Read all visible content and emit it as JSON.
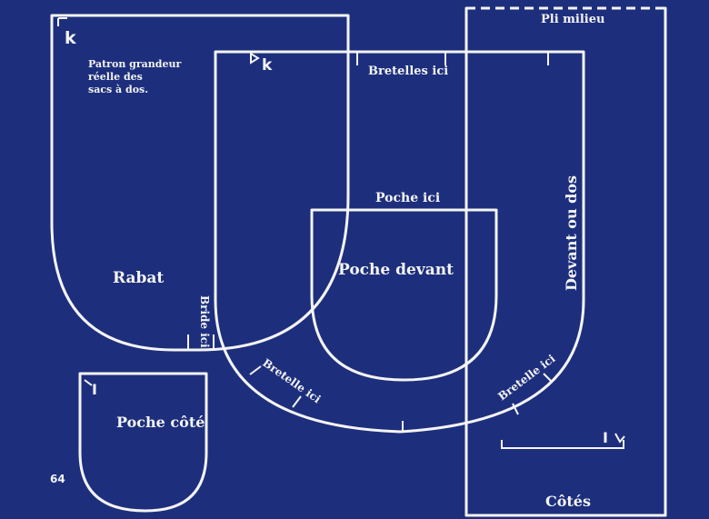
{
  "labels": {
    "note": [
      "Patron grandeur",
      "réelle des",
      "sacs à dos."
    ],
    "rabat": "Rabat",
    "bride": "Bride ici",
    "bretelles_ici": "Bretelles ici",
    "poche_ici": "Poche ici",
    "poche_devant": "Poche devant",
    "bretelle_left": "Bretelle ici",
    "bretelle_right": "Bretelle ici",
    "devant_ou_dos": "Devant ou dos",
    "pli_milieu": "Pli milieu",
    "cotes": "Côtés",
    "poche_cote": "Poche côté",
    "page_number": "64",
    "mark_k": "k",
    "mark_i": "I"
  }
}
